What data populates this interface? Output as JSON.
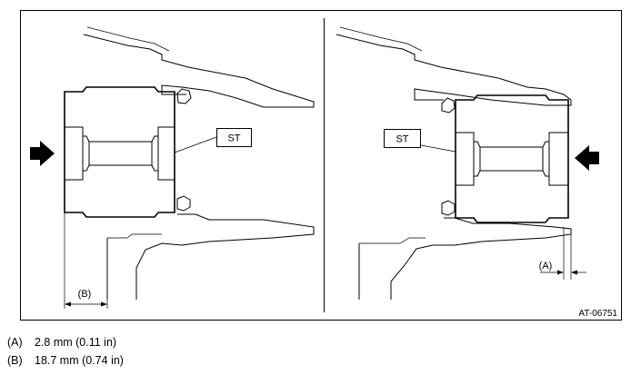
{
  "callouts": {
    "tool_left": "ST",
    "tool_right": "ST",
    "dim_a": "(A)",
    "dim_b": "(B)"
  },
  "figure_code": "AT-06751",
  "legend": [
    {
      "key": "(A)",
      "value": "2.8 mm (0.11 in)"
    },
    {
      "key": "(B)",
      "value": "18.7 mm (0.74 in)"
    }
  ]
}
